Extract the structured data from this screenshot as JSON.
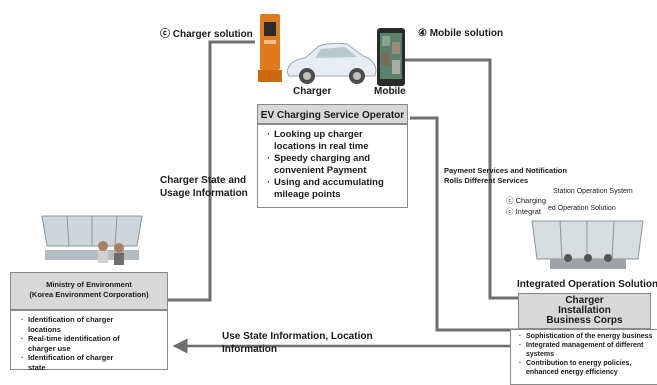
{
  "labels": {
    "charger_solution": "ⓒ Charger solution",
    "mobile_solution": "④ Mobile solution",
    "charger": "Charger",
    "mobile": "Mobile",
    "charger_state": "Charger State and Usage Information",
    "payment_services": "Payment Services and Notification",
    "different_services": "Rolls Different Services",
    "use_state": "Use State Information, Location Information",
    "station_op": "Station Operation System",
    "integrated_op_solution_fragment": "ed Operation Solution",
    "charging_fragment": "ⓒ Charging",
    "integrat_fragment": "ⓒ Integrat"
  },
  "operator": {
    "title": "EV Charging Service Operator",
    "items": [
      "Looking up charger locations in real time",
      "Speedy charging and convenient Payment",
      "Using and accumulating mileage points"
    ]
  },
  "ministry": {
    "title_line1": "Ministry of Environment",
    "title_line2": "(Korea Environment Corporation)",
    "items": [
      "Identification of charger locations",
      "Real-time identification of charger use",
      "Identification of charger state"
    ]
  },
  "integrated": {
    "title": "Integrated Operation Solution"
  },
  "business": {
    "title_line1": "Charger",
    "title_line2": "Installation",
    "title_line3": "Business Corps",
    "items": [
      "Sophistication of the energy business",
      "Integrated management of different systems",
      "Contribution to energy policies, enhanced energy efficiency"
    ]
  },
  "colors": {
    "line": "#6e6e6e",
    "header_gray": "#d8d8d8",
    "charger_orange": "#e07a1c"
  }
}
